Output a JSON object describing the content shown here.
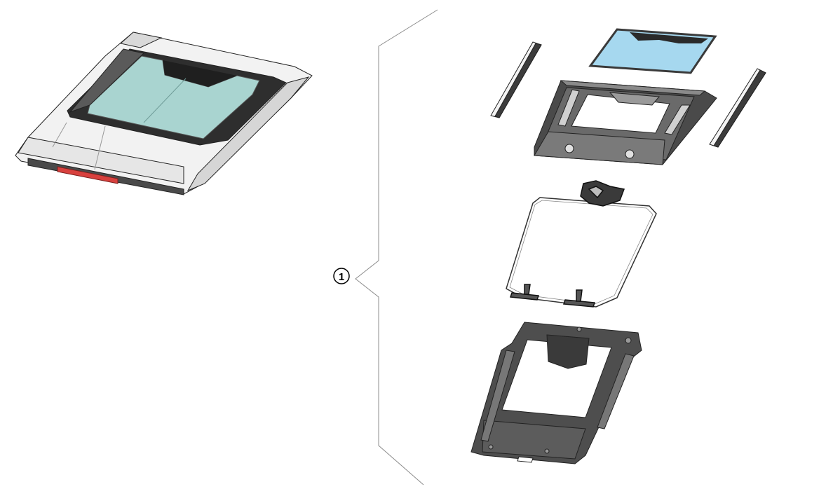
{
  "callout": {
    "number": "1"
  },
  "colors": {
    "glass_tint": "#a9d4d0",
    "glass_blue": "#a6d8ef",
    "frame_dark": "#3a3a3a",
    "panel_light": "#ececec",
    "brake_light": "#d8413e",
    "outline": "#222222",
    "bracket_line": "#8c8c8c"
  },
  "parts": [
    {
      "name": "assembled-sunroof",
      "icon": "sunroof-assembly"
    },
    {
      "name": "deflector-strip-left",
      "icon": "trim-strip"
    },
    {
      "name": "glass-panel",
      "icon": "glass-panel"
    },
    {
      "name": "deflector-strip-right",
      "icon": "trim-strip"
    },
    {
      "name": "upper-frame",
      "icon": "frame-upper"
    },
    {
      "name": "wire-mechanism",
      "icon": "rail-mechanism"
    },
    {
      "name": "lower-tray",
      "icon": "frame-lower"
    }
  ]
}
